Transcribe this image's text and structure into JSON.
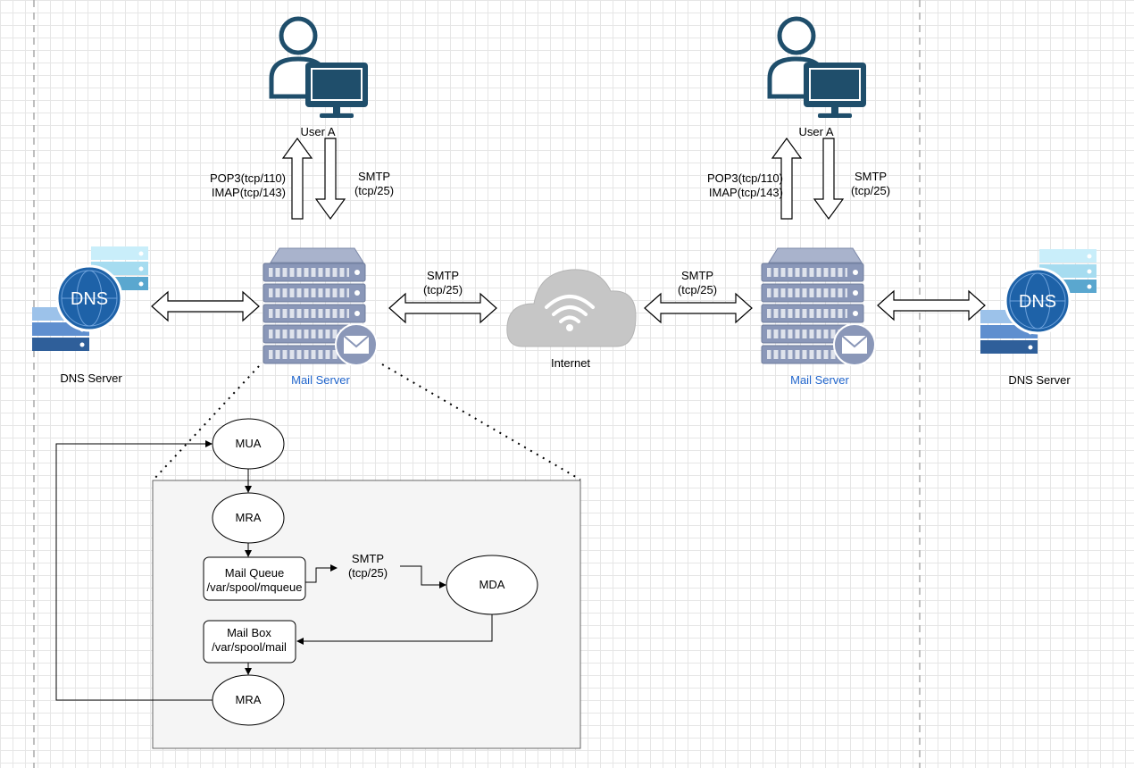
{
  "left_site": {
    "user_label": "User A",
    "pull_protocols": [
      "POP3(tcp/110)",
      "IMAP(tcp/143)"
    ],
    "push_protocol": [
      "SMTP",
      "(tcp/25)"
    ],
    "dns_label": "DNS Server",
    "dns_icon_text": "DNS",
    "server_label": "Mail Server",
    "internet_link": [
      "SMTP",
      "(tcp/25)"
    ]
  },
  "internet": {
    "label": "Internet"
  },
  "right_site": {
    "user_label": "User A",
    "pull_protocols": [
      "POP3(tcp/110)",
      "IMAP(tcp/143)"
    ],
    "push_protocol": [
      "SMTP",
      "(tcp/25)"
    ],
    "dns_label": "DNS Server",
    "dns_icon_text": "DNS",
    "server_label": "Mail Server",
    "internet_link": [
      "SMTP",
      "(tcp/25)"
    ]
  },
  "detail": {
    "mua": "MUA",
    "mra_top": "MRA",
    "mail_queue": [
      "Mail Queue",
      "/var/spool/mqueue"
    ],
    "smtp": [
      "SMTP",
      "(tcp/25)"
    ],
    "mda": "MDA",
    "mail_box": [
      "Mail Box",
      "/var/spool/mail"
    ],
    "mra_bottom": "MRA"
  },
  "colors": {
    "user_icon": "#1f4e6b",
    "server_body": "#8a97b8",
    "server_bar": "#c7cddc",
    "dns_globe": "#1e62a8",
    "dns_stack_light": "#a6dcf0",
    "dns_stack_dark": "#2f5f9a",
    "cloud": "#c6c6c6",
    "label_blue": "#2266cc",
    "detail_fill": "#f5f5f5"
  },
  "icons": [
    "user-workstation-icon",
    "mail-server-icon",
    "dns-server-icon",
    "internet-cloud-icon",
    "wifi-icon",
    "envelope-icon"
  ]
}
